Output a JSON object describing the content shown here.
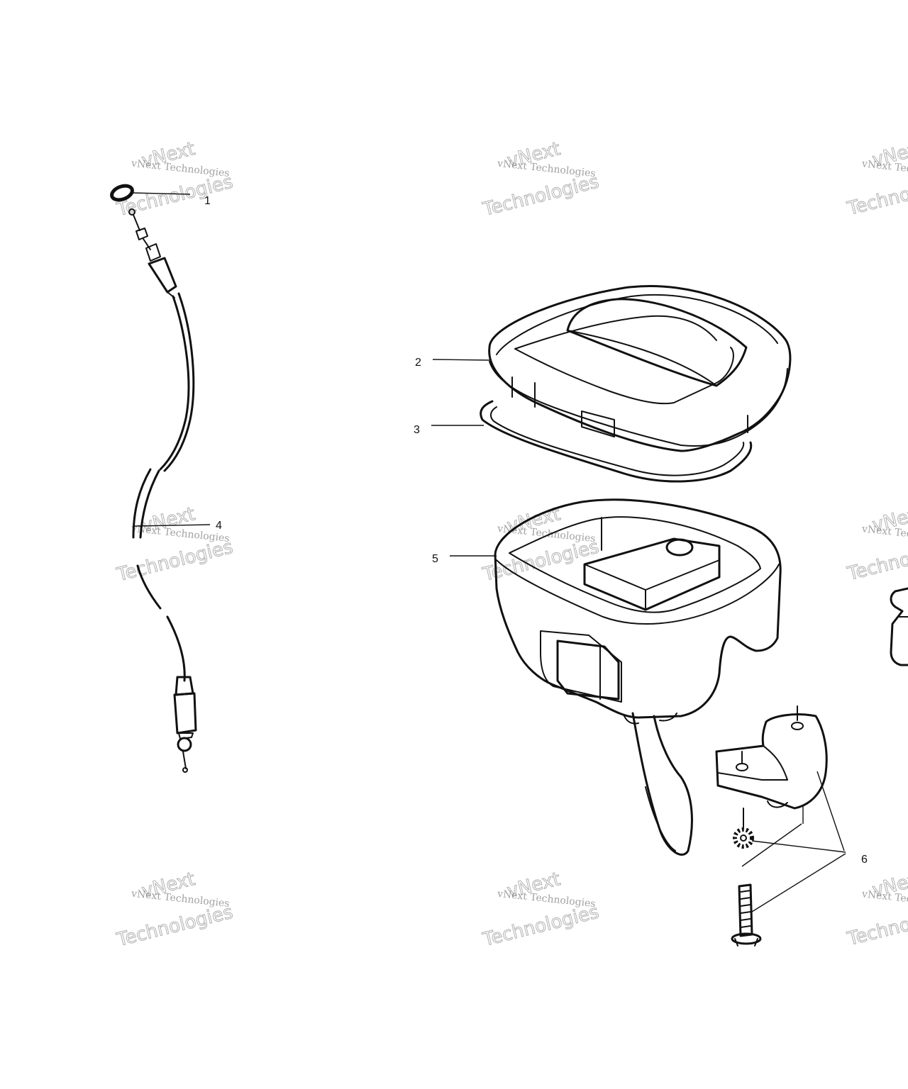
{
  "callouts": [
    {
      "id": "1",
      "label": "1"
    },
    {
      "id": "2",
      "label": "2"
    },
    {
      "id": "3",
      "label": "3"
    },
    {
      "id": "4",
      "label": "4"
    },
    {
      "id": "5",
      "label": "5"
    },
    {
      "id": "6",
      "label": "6"
    }
  ],
  "watermark": {
    "line1": "vNext Technologies",
    "line2": "vNext",
    "line3": "Technologies"
  }
}
